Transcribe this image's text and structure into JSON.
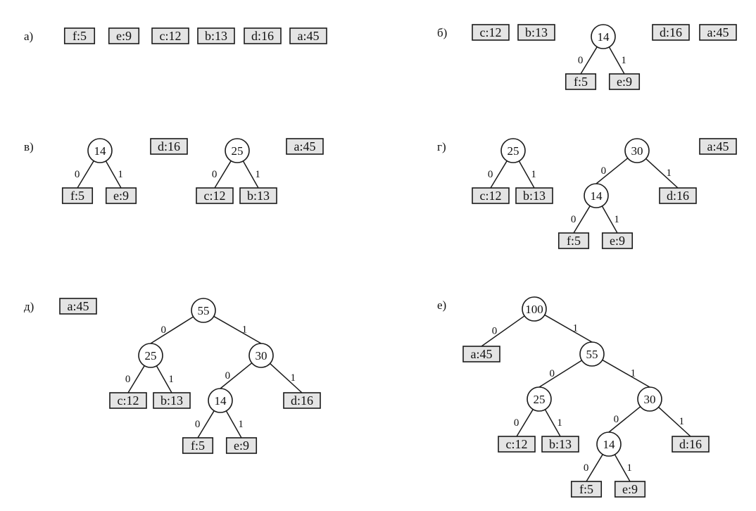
{
  "colors": {
    "leaf_fill": "#e4e4e4",
    "stroke": "#1a1a1a",
    "background": "#ffffff"
  },
  "panels": [
    {
      "label": "а)",
      "roots": [
        {
          "leaf": "f:5"
        },
        {
          "leaf": "e:9"
        },
        {
          "leaf": "c:12"
        },
        {
          "leaf": "b:13"
        },
        {
          "leaf": "d:16"
        },
        {
          "leaf": "a:45"
        }
      ]
    },
    {
      "label": "б)",
      "roots": [
        {
          "leaf": "c:12"
        },
        {
          "leaf": "b:13"
        },
        {
          "weight": "14",
          "left": {
            "leaf": "f:5"
          },
          "right": {
            "leaf": "e:9"
          }
        },
        {
          "leaf": "d:16"
        },
        {
          "leaf": "a:45"
        }
      ]
    },
    {
      "label": "в)",
      "roots": [
        {
          "weight": "14",
          "left": {
            "leaf": "f:5"
          },
          "right": {
            "leaf": "e:9"
          }
        },
        {
          "leaf": "d:16"
        },
        {
          "weight": "25",
          "left": {
            "leaf": "c:12"
          },
          "right": {
            "leaf": "b:13"
          }
        },
        {
          "leaf": "a:45"
        }
      ]
    },
    {
      "label": "г)",
      "roots": [
        {
          "weight": "25",
          "left": {
            "leaf": "c:12"
          },
          "right": {
            "leaf": "b:13"
          }
        },
        {
          "weight": "30",
          "left": {
            "weight": "14",
            "left": {
              "leaf": "f:5"
            },
            "right": {
              "leaf": "e:9"
            }
          },
          "right": {
            "leaf": "d:16"
          }
        },
        {
          "leaf": "a:45"
        }
      ]
    },
    {
      "label": "д)",
      "roots": [
        {
          "leaf": "a:45"
        },
        {
          "weight": "55",
          "left": {
            "weight": "25",
            "left": {
              "leaf": "c:12"
            },
            "right": {
              "leaf": "b:13"
            }
          },
          "right": {
            "weight": "30",
            "left": {
              "weight": "14",
              "left": {
                "leaf": "f:5"
              },
              "right": {
                "leaf": "e:9"
              }
            },
            "right": {
              "leaf": "d:16"
            }
          }
        }
      ]
    },
    {
      "label": "е)",
      "roots": [
        {
          "weight": "100",
          "left": {
            "leaf": "a:45"
          },
          "right": {
            "weight": "55",
            "left": {
              "weight": "25",
              "left": {
                "leaf": "c:12"
              },
              "right": {
                "leaf": "b:13"
              }
            },
            "right": {
              "weight": "30",
              "left": {
                "weight": "14",
                "left": {
                  "leaf": "f:5"
                },
                "right": {
                  "leaf": "e:9"
                }
              },
              "right": {
                "leaf": "d:16"
              }
            }
          }
        }
      ]
    }
  ],
  "edge_labels": {
    "left": "0",
    "right": "1"
  }
}
